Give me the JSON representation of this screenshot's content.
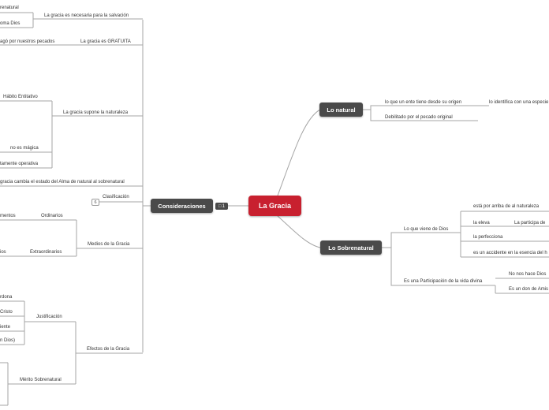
{
  "colors": {
    "root": "#c8202f",
    "main_node": "#4a4a4a",
    "line": "#999999"
  },
  "root": {
    "label": "La Gracia"
  },
  "right": {
    "natural": {
      "label": "Lo natural",
      "items": [
        "lo que un ente tiene desde su origen",
        "Debilitado por el pecado original"
      ],
      "sub": [
        "lo identifica con una especie"
      ]
    },
    "sobrenatural": {
      "label": "Lo Sobrenatural",
      "viene_de_dios": {
        "label": "Lo que viene de Dios",
        "items": [
          "está por arriba de al naturaleza",
          "la eleva",
          "la perfecciona",
          "es un accidente en la esencia del h"
        ],
        "eleva_sub": "La participa de"
      },
      "participacion": {
        "label": "Es una Participación de la vida divina",
        "items": [
          "No nos hace Dios",
          "Es un don de Amis"
        ]
      }
    }
  },
  "left": {
    "consideraciones": {
      "label": "Consideraciones",
      "comment_icon": "comment-icon",
      "comment_count": "1"
    },
    "branches": {
      "sobrenatural_partial": "renatural",
      "toma_dios": "oma Dios",
      "necesaria": "La gracia es necesaria para la salvación",
      "pago": "agó por nuestros pecados",
      "gratuita": "La gracia es GRATUITA",
      "habito": "Hábito Entitativo",
      "supone": "La gracia supone la naturaleza",
      "no_magica": "no es mágica",
      "operativa": "tamente operativa",
      "cambia": "gracia cambia el estado del Alma de natural al sobrenatural",
      "clasificacion": "Clasificación",
      "clasificacion_count": "6",
      "mentos": "mentos",
      "ordinarios": "Ordinarios",
      "medios": "Medios de la Gracia",
      "ios": "ios",
      "extraordinarios": "Extraordinarios",
      "rdona": "rdona",
      "cristo": "Cristo",
      "justificacion": "Justificación",
      "iente": "iente",
      "dios_paren": "n Dios)",
      "efectos": "Efectos de la Gracia",
      "merito": "Mérito Sobrenatural"
    }
  }
}
